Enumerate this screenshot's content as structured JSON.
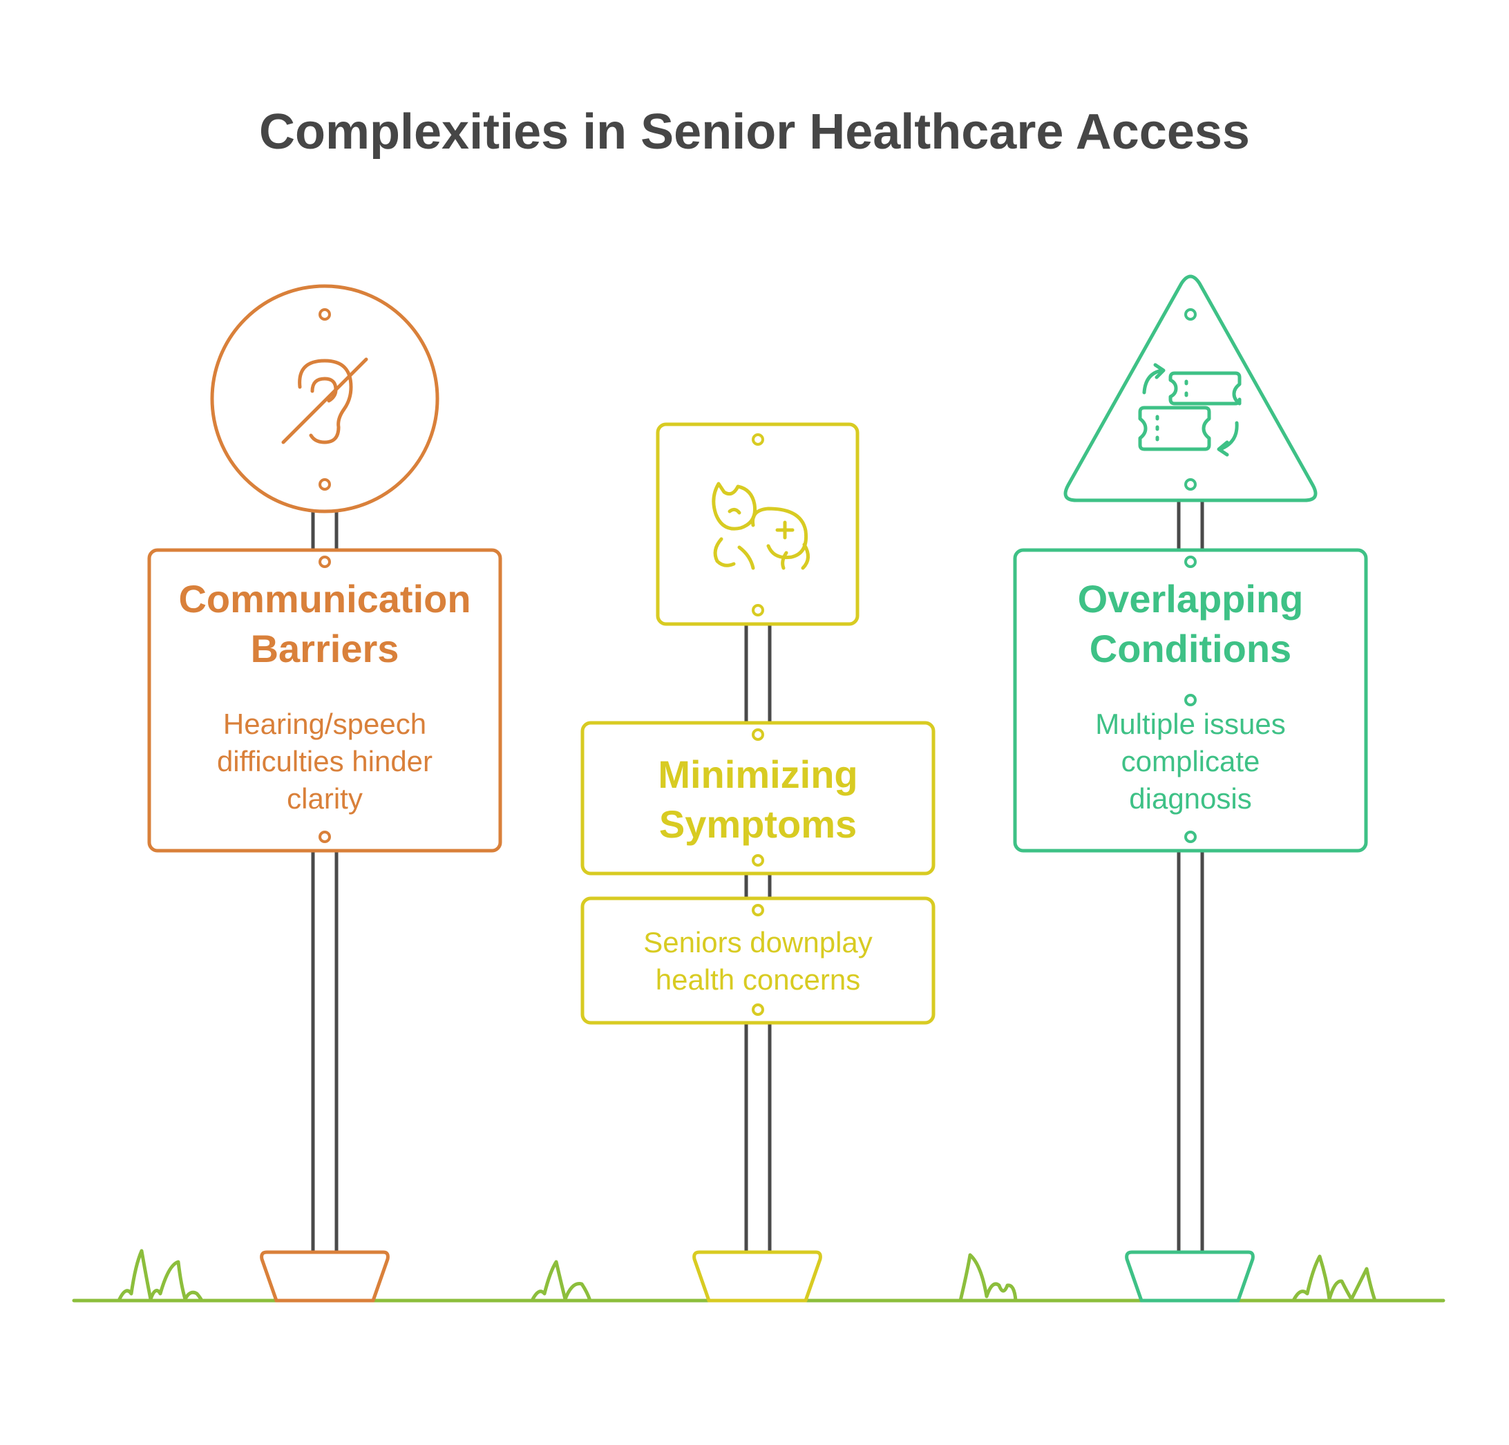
{
  "title": "Complexities in Senior Healthcare Access",
  "colors": {
    "orange": "#D9803A",
    "yellow": "#D8CB22",
    "green": "#3EC186",
    "pole": "#4A4A4A",
    "grass": "#8CBE3C",
    "title": "#464646"
  },
  "signs": [
    {
      "heading_line1": "Communication",
      "heading_line2": "Barriers",
      "description": "Hearing/speech difficulties hinder clarity",
      "icon": "ear-off-icon",
      "sign_shape": "circle"
    },
    {
      "heading_line1": "Minimizing",
      "heading_line2": "Symptoms",
      "description": "Seniors downplay health concerns",
      "icon": "person-health-icon",
      "sign_shape": "square"
    },
    {
      "heading_line1": "Overlapping",
      "heading_line2": "Conditions",
      "description": "Multiple issues complicate diagnosis",
      "icon": "swap-tickets-icon",
      "sign_shape": "triangle"
    }
  ]
}
